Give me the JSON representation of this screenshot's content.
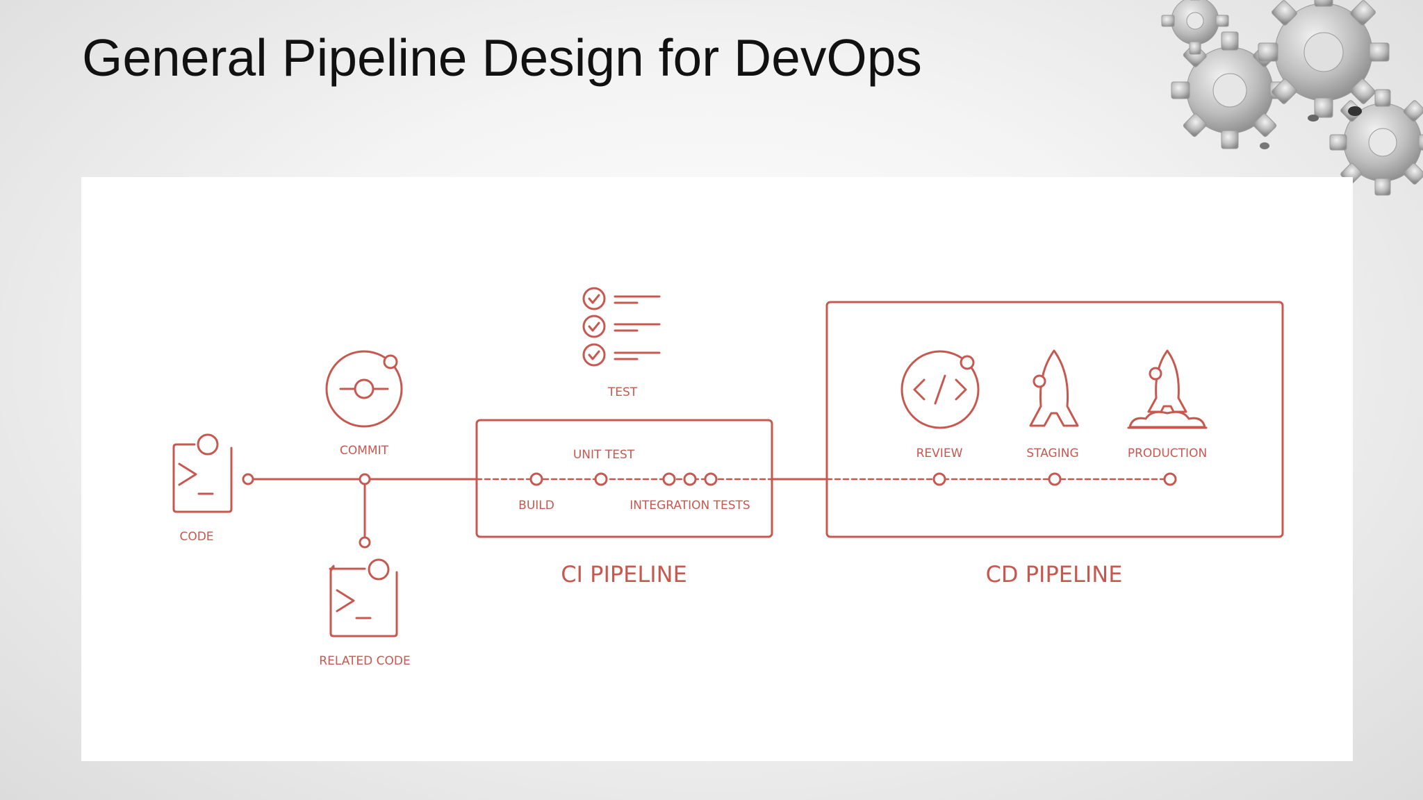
{
  "slide": {
    "title": "General Pipeline Design for DevOps"
  },
  "colors": {
    "accent": "#c7584f",
    "title_text": "#111111",
    "panel_background": "#ffffff",
    "gear_metal": "#b9b9b9"
  },
  "decoration": {
    "icon": "gears-icon"
  },
  "diagram": {
    "code_label": "CODE",
    "commit_label": "COMMIT",
    "related_code_label": "RELATED CODE",
    "test_label": "TEST",
    "unit_test_label": "UNIT TEST",
    "build_label": "BUILD",
    "integration_tests_label": "INTEGRATION TESTS",
    "ci_pipeline_label": "CI PIPELINE",
    "review_label": "REVIEW",
    "staging_label": "STAGING",
    "production_label": "PRODUCTION",
    "cd_pipeline_label": "CD PIPELINE",
    "icons": [
      "terminal-icon",
      "commit-icon",
      "checklist-icon",
      "code-review-icon",
      "rocket-icon",
      "rocket-launch-icon"
    ]
  }
}
